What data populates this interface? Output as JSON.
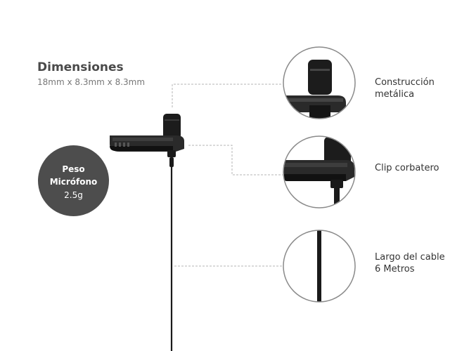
{
  "dimensions": {
    "title": "Dimensiones",
    "value": "18mm x 8.3mm x 8.3mm"
  },
  "weight": {
    "line1": "Peso",
    "line2": "Micrófono",
    "value": "2.5g"
  },
  "callouts": [
    {
      "line1": "Construcción",
      "line2": "metálica"
    },
    {
      "line1": "Clip corbatero",
      "line2": ""
    },
    {
      "line1": "Largo del cable",
      "line2": "6 Metros"
    }
  ],
  "colors": {
    "dark_circle": "#4d4d4d",
    "callout_ring": "#8a8a8a",
    "leader_line": "#b5b5b5",
    "microphone": "#1a1a1a"
  }
}
